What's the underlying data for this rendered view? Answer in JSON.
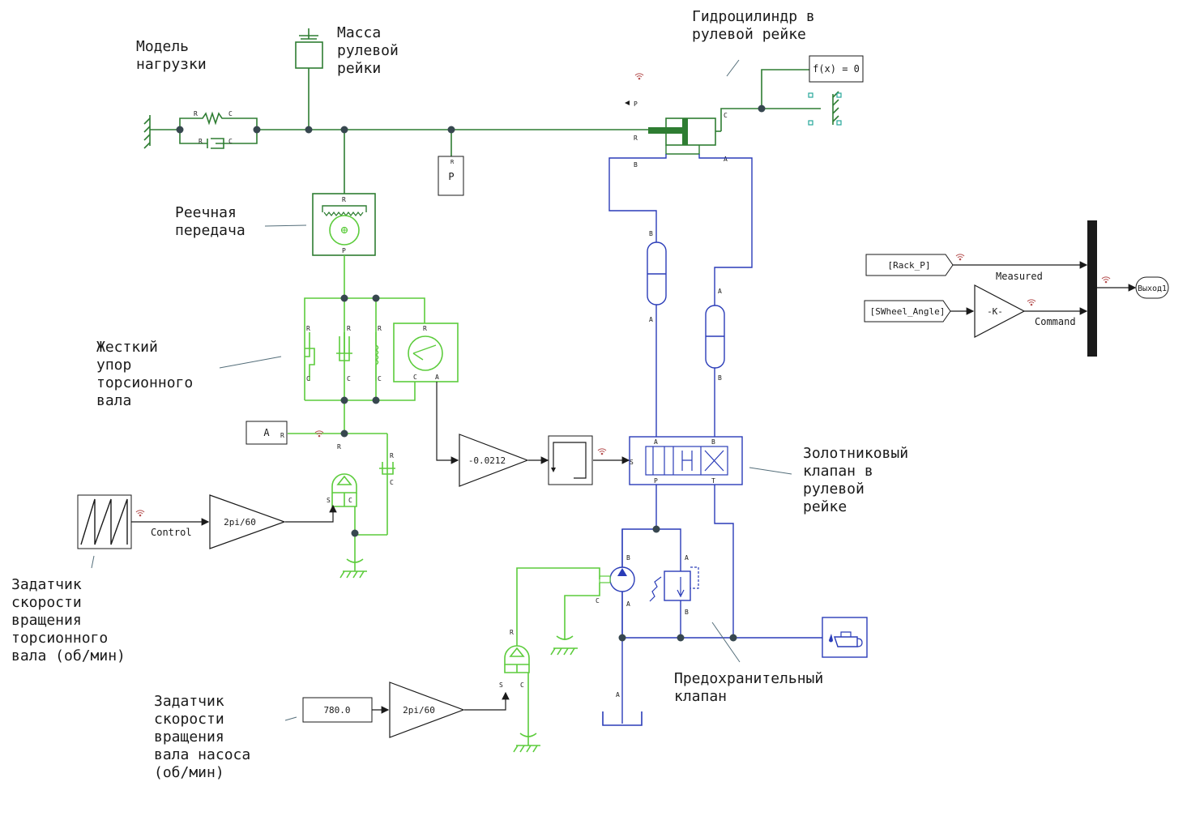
{
  "annotations": {
    "load_model": "Модель\nнагрузки",
    "rack_mass": "Масса\nрулевой\nрейки",
    "hydro_cylinder": "Гидроцилиндр в\nрулевой рейке",
    "rack_pinion": "Реечная\nпередача",
    "hard_stop": "Жесткий\nупор\nторсионного\nвала",
    "spool_valve": "Золотниковый\nклапан в\nрулевой\nрейке",
    "torsion_speed_source": "Задатчик\nскорости\nвращения\nторсионного\nвала (об/мин)",
    "relief_valve": "Предохранительный\nклапан",
    "pump_speed_source": "Задатчик\nскорости\nвращения\nвала насоса\n(об/мин)"
  },
  "blocks": {
    "solver_config": "f(x) = 0",
    "position_sensor": "P",
    "angle_sensor": "A",
    "gain_spool": "-0.0212",
    "gain_control": "2pi/60",
    "gain_pump": "2pi/60",
    "pump_constant": "780.0",
    "goto_rack": "[Rack_P]",
    "goto_wheel": "[SWheel_Angle]",
    "gain_k": "-K-",
    "outport": "Выход1"
  },
  "signals": {
    "control": "Control",
    "measured": "Measured",
    "command": "Command"
  },
  "ports": {
    "R": "R",
    "C": "C",
    "A": "A",
    "B": "B",
    "P": "P",
    "T": "T",
    "S": "S"
  },
  "colors": {
    "mechanical_translational": "#2e7d32",
    "mechanical_rotational": "#5ccc3c",
    "hydraulic": "#2a3cb8",
    "signal": "#1a1a1a",
    "node": "#37474f"
  }
}
